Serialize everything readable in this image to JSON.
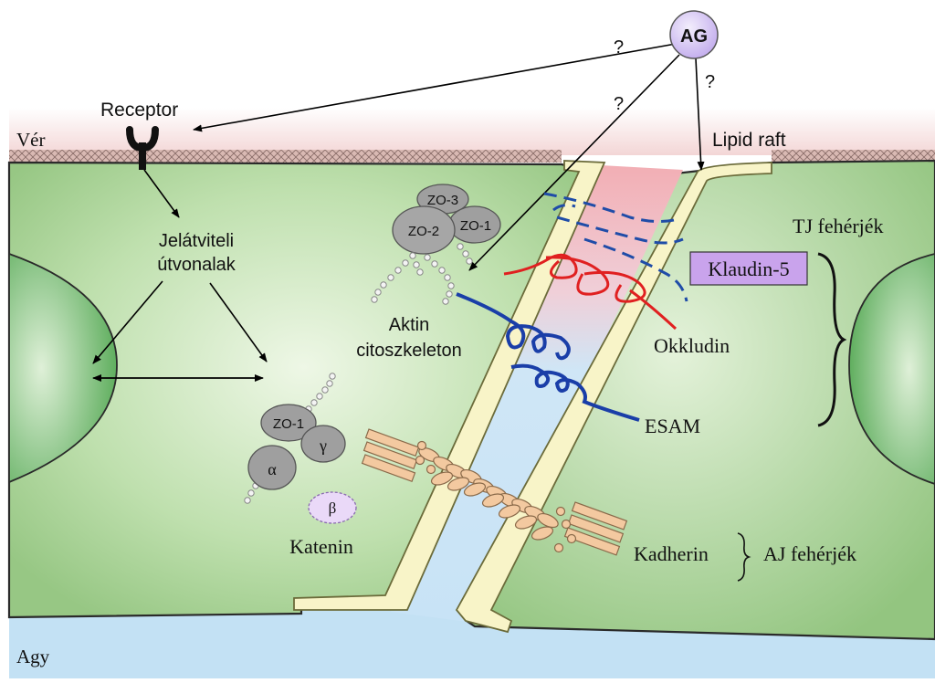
{
  "labels": {
    "ag": "AG",
    "question": "?",
    "receptor": "Receptor",
    "blood": "Vér",
    "brain": "Agy",
    "lipid_raft": "Lipid raft",
    "signal_line1": "Jelátviteli",
    "signal_line2": "útvonalak",
    "zo3": "ZO-3",
    "zo2": "ZO-2",
    "zo1_top": "ZO-1",
    "actin_line1": "Aktin",
    "actin_line2": "citoszkeleton",
    "zo1_bottom": "ZO-1",
    "gamma": "γ",
    "alpha": "α",
    "beta": "β",
    "katenin": "Katenin",
    "tj_proteins": "TJ fehérjék",
    "klaudin": "Klaudin-5",
    "okkludin": "Okkludin",
    "esam": "ESAM",
    "kadherin": "Kadherin",
    "aj_proteins": "AJ fehérjék"
  },
  "colors": {
    "blood": "#f4dcdc",
    "cell": "#a9d39a",
    "brain": "#bfe0f4",
    "nucleus": "#79c07a",
    "membrane": "#f7f2c4",
    "claudin_box": "#c9a3ec",
    "occludin": "#e02020",
    "esam": "#1a3ea8",
    "cadherin": "#f3c9a0",
    "protein_gray": "#9a9a9a",
    "ag_circle": "#d6c6f2"
  }
}
